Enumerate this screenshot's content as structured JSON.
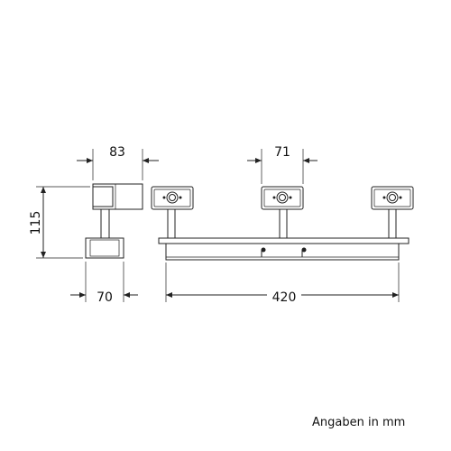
{
  "dimensions": {
    "side_head_width": "83",
    "side_height": "115",
    "side_base_width": "70",
    "spot_head_width": "71",
    "bar_length": "420"
  },
  "note": "Angaben in mm",
  "colors": {
    "line": "#222222",
    "background": "#ffffff"
  }
}
